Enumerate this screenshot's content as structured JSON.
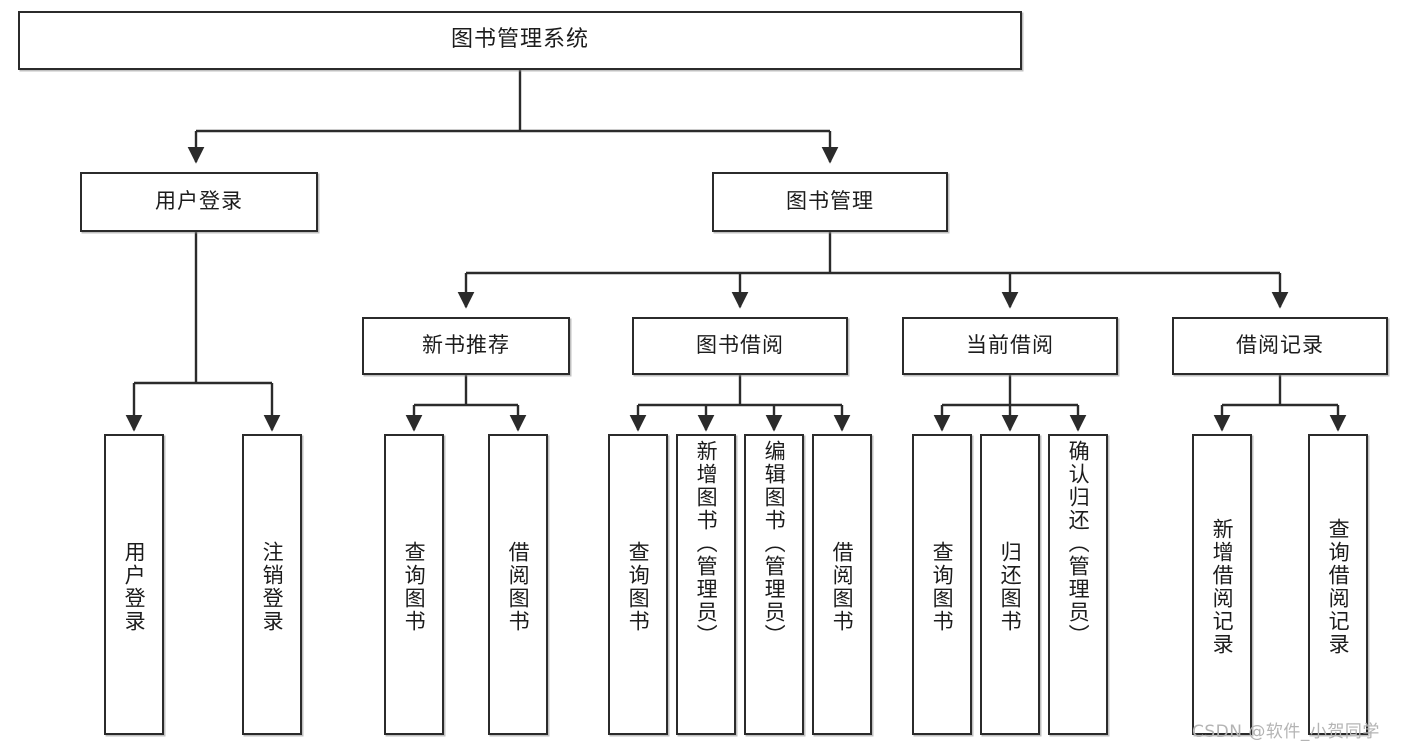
{
  "diagram": {
    "title": "图书管理系统",
    "type": "tree-hierarchy-chart",
    "colors": {
      "box_border": "#2b2b2b",
      "box_fill": "#ffffff",
      "connector": "#2b2b2b",
      "text": "#1c1c1c",
      "watermark": "#b4b4b4",
      "background": "#ffffff"
    },
    "root": {
      "label": "图书管理系统"
    },
    "level2": [
      {
        "label": "用户登录"
      },
      {
        "label": "图书管理"
      }
    ],
    "level3": [
      {
        "label": "新书推荐"
      },
      {
        "label": "图书借阅"
      },
      {
        "label": "当前借阅"
      },
      {
        "label": "借阅记录"
      }
    ],
    "leaves": {
      "user_login": [
        {
          "label": "用户登录"
        },
        {
          "label": "注销登录"
        }
      ],
      "new_book_recommend": [
        {
          "label": "查询图书"
        },
        {
          "label": "借阅图书"
        }
      ],
      "book_borrow": [
        {
          "label": "查询图书"
        },
        {
          "label": "新增图书（管理员）"
        },
        {
          "label": "编辑图书（管理员）"
        },
        {
          "label": "借阅图书"
        }
      ],
      "current_borrow": [
        {
          "label": "查询图书"
        },
        {
          "label": "归还图书"
        },
        {
          "label": "确认归还（管理员）"
        }
      ],
      "borrow_record": [
        {
          "label": "新增借阅记录"
        },
        {
          "label": "查询借阅记录"
        }
      ]
    }
  },
  "watermark": {
    "text": "CSDN @软件_小贺同学"
  }
}
